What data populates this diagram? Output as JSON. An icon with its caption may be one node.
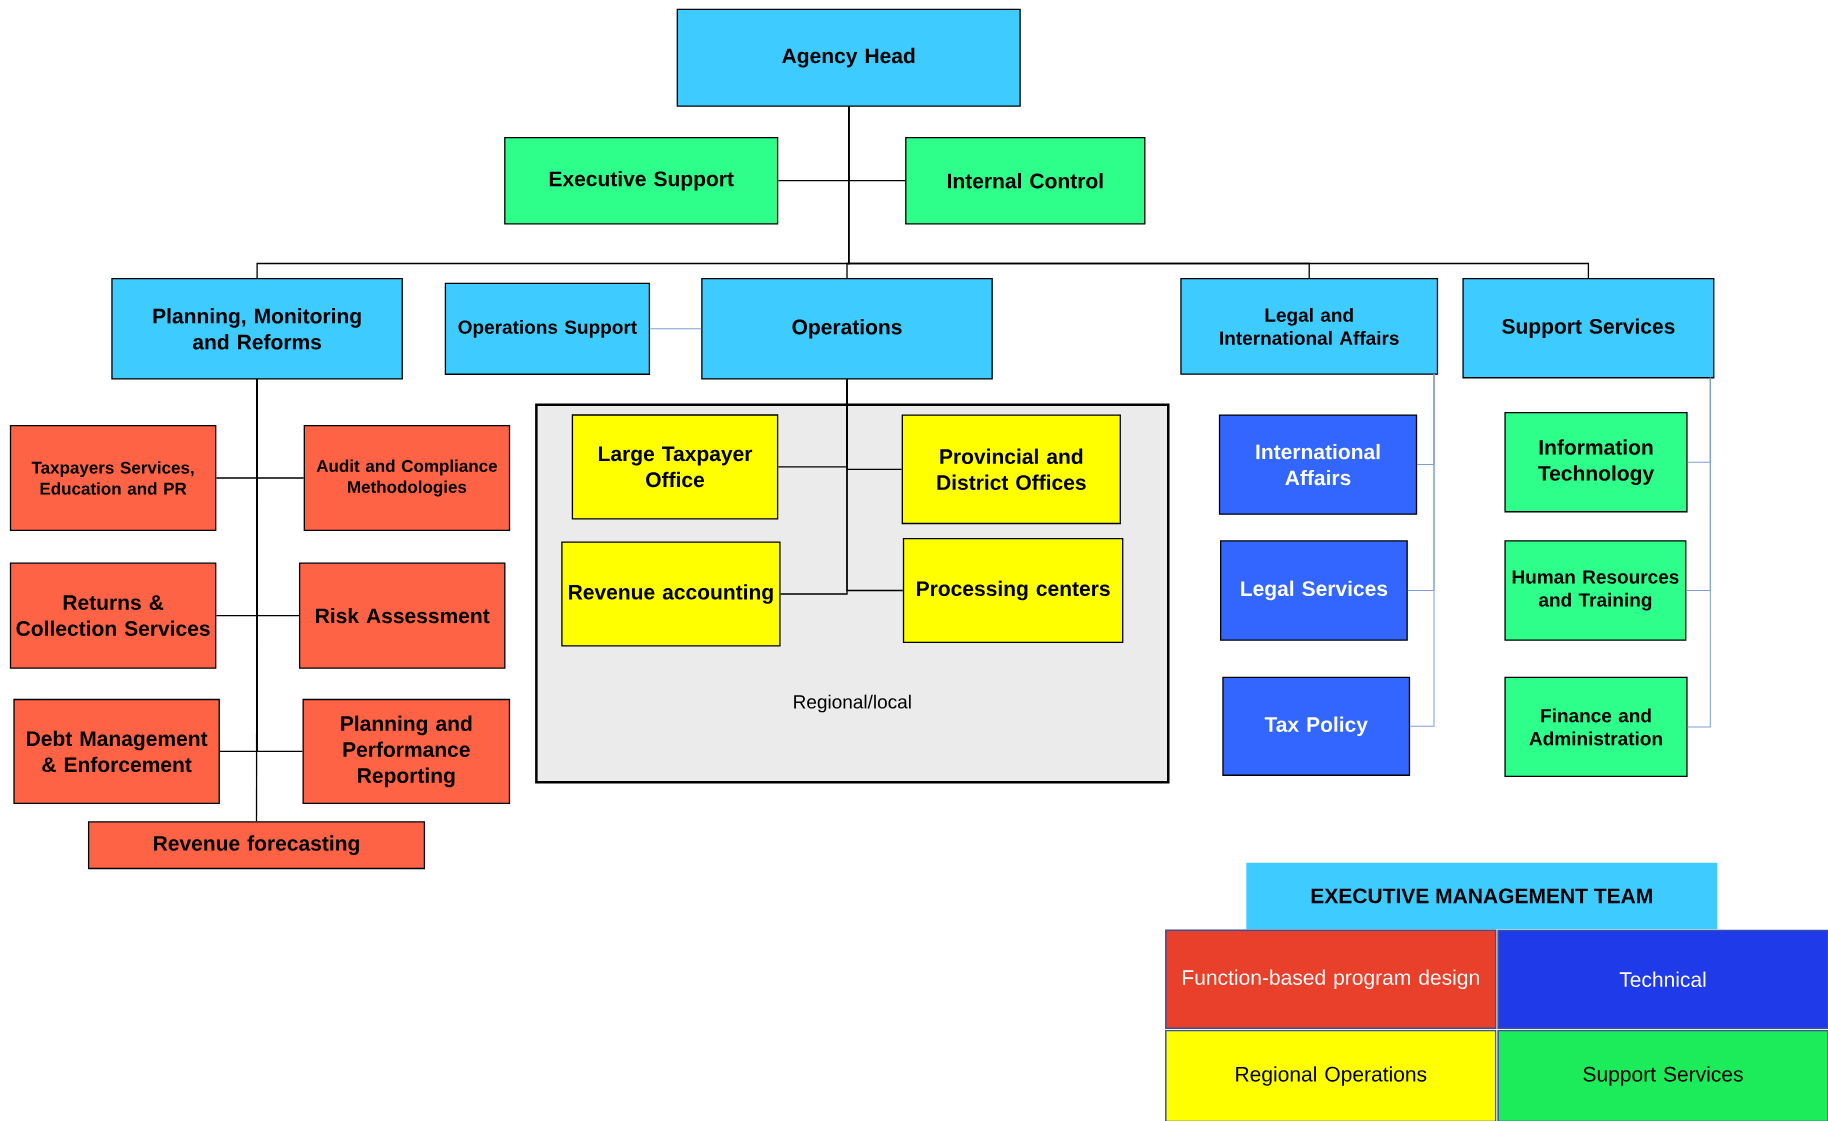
{
  "diagram": {
    "nodes": [
      {
        "text": [
          "Agency Head"
        ]
      },
      {
        "text": [
          "Executive Support"
        ]
      },
      {
        "text": [
          "Internal Control"
        ]
      },
      {
        "text": [
          "Planning, Monitoring and Reforms"
        ]
      },
      {
        "text": [
          "Operations Support"
        ]
      },
      {
        "text": [
          "Operations"
        ]
      },
      {
        "text": [
          "Legal and International Affairs"
        ]
      },
      {
        "text": [
          "Support Services"
        ]
      },
      {
        "text": [
          "Taxpayers Services, Education and PR"
        ]
      },
      {
        "text": [
          "Audit and Compliance Methodologies"
        ]
      },
      {
        "text": [
          "Returns & Collection Services"
        ]
      },
      {
        "text": [
          "Risk Assessment"
        ]
      },
      {
        "text": [
          "Debt Management & Enforcement"
        ]
      },
      {
        "text": [
          "Planning and Performance Reporting"
        ]
      },
      {
        "text": [
          "Revenue forecasting"
        ]
      },
      {
        "text": [
          "Regional/local"
        ]
      },
      {
        "text": [
          "Large Taxpayer Office"
        ],
        "in": 15
      },
      {
        "text": [
          "Provincial and District Offices"
        ],
        "in": 15
      },
      {
        "text": [
          "Revenue accounting"
        ],
        "in": 15
      },
      {
        "text": [
          "Processing centers"
        ],
        "in": 15
      },
      {
        "text": [
          "International Affairs"
        ]
      },
      {
        "text": [
          "Legal Services"
        ]
      },
      {
        "text": [
          "Tax Policy"
        ]
      },
      {
        "text": [
          "Information Technology"
        ]
      },
      {
        "text": [
          "Human Resources and Training"
        ]
      },
      {
        "text": [
          "Finance and Administration"
        ]
      }
    ],
    "edges": [
      {
        "from": 0,
        "to": 1,
        "arrow": "none"
      },
      {
        "from": 0,
        "to": 2,
        "arrow": "none"
      },
      {
        "from": 0,
        "to": 3,
        "arrow": "none"
      },
      {
        "from": 0,
        "to": 5,
        "arrow": "none"
      },
      {
        "from": 0,
        "to": 6,
        "arrow": "none"
      },
      {
        "from": 0,
        "to": 7,
        "arrow": "none"
      },
      {
        "from": 4,
        "to": 5,
        "arrow": "none",
        "color": "#7f9fd4"
      },
      {
        "from": 3,
        "to": 8,
        "arrow": "none"
      },
      {
        "from": 3,
        "to": 9,
        "arrow": "none"
      },
      {
        "from": 3,
        "to": 10,
        "arrow": "none"
      },
      {
        "from": 3,
        "to": 11,
        "arrow": "none"
      },
      {
        "from": 3,
        "to": 12,
        "arrow": "none"
      },
      {
        "from": 3,
        "to": 13,
        "arrow": "none"
      },
      {
        "from": 3,
        "to": 14,
        "arrow": "none"
      },
      {
        "from": 5,
        "to": 16,
        "arrow": "none"
      },
      {
        "from": 5,
        "to": 17,
        "arrow": "none"
      },
      {
        "from": 5,
        "to": 18,
        "arrow": "none"
      },
      {
        "from": 5,
        "to": 19,
        "arrow": "none"
      },
      {
        "from": 6,
        "to": 20,
        "arrow": "none",
        "color": "#7f9fd4"
      },
      {
        "from": 6,
        "to": 21,
        "arrow": "none",
        "color": "#7f9fd4"
      },
      {
        "from": 6,
        "to": 22,
        "arrow": "none",
        "color": "#7f9fd4"
      },
      {
        "from": 7,
        "to": 23,
        "arrow": "none",
        "color": "#7f9fd4"
      },
      {
        "from": 7,
        "to": 24,
        "arrow": "none",
        "color": "#7f9fd4"
      },
      {
        "from": 7,
        "to": 25,
        "arrow": "none",
        "color": "#7f9fd4"
      }
    ],
    "labels": [
      "EXECUTIVE MANAGEMENT  TEAM"
    ],
    "legend": [
      {
        "text": "Function-based program design",
        "color": "#e8402a"
      },
      {
        "text": "Technical",
        "color": "#1f3ae8"
      },
      {
        "text": "Regional Operations",
        "color": "#ffff00"
      },
      {
        "text": "Support Services",
        "color": "#1ceb5a"
      }
    ]
  }
}
